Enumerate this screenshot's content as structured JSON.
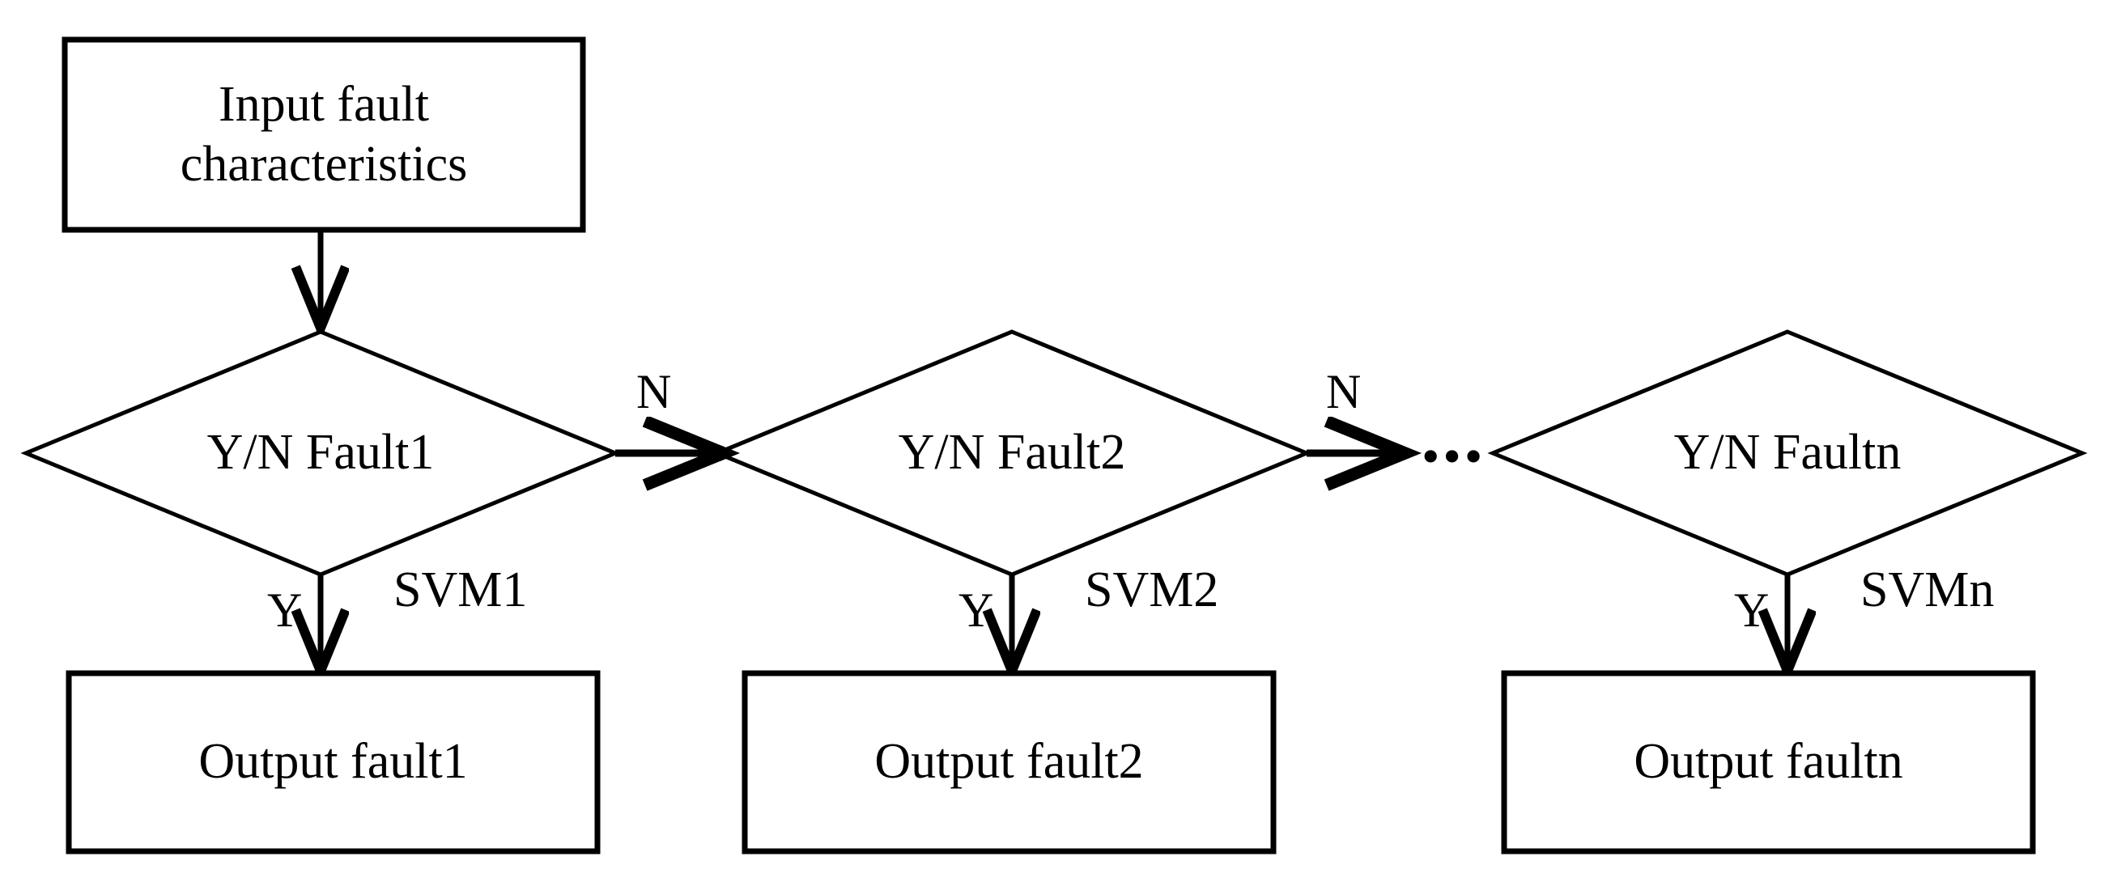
{
  "diagram": {
    "title": "SVM multi-stage fault diagnosis flowchart",
    "colors": {
      "stroke": "#000000",
      "background": "#ffffff",
      "text": "#000000"
    },
    "input_node": {
      "label": "Input fault\ncharacteristics"
    },
    "decisions": [
      {
        "label": "Y/N Fault1"
      },
      {
        "label": "Y/N Fault2"
      },
      {
        "label": "Y/N Faultn"
      }
    ],
    "outputs": [
      {
        "label": "Output fault1"
      },
      {
        "label": "Output fault2"
      },
      {
        "label": "Output faultn"
      }
    ],
    "branch_labels": {
      "yes": [
        "Y",
        "Y",
        "Y"
      ],
      "no": [
        "N",
        "N"
      ]
    },
    "classifier_labels": [
      "SVM1",
      "SVM2",
      "SVMn"
    ],
    "continuation": "•••"
  }
}
